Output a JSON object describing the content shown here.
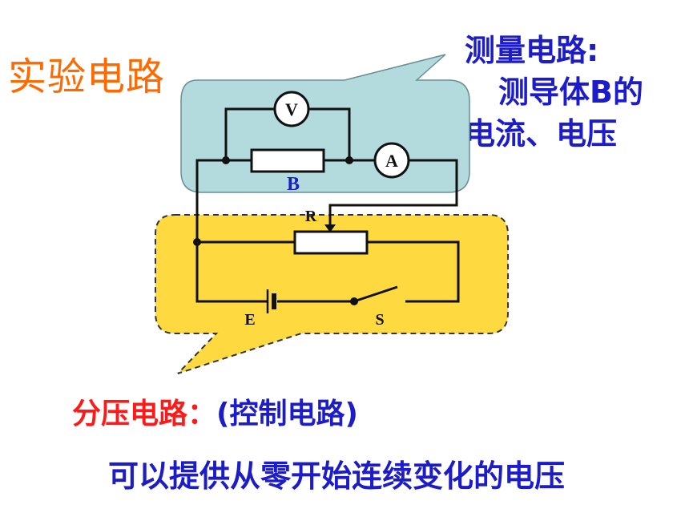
{
  "title": "实验电路",
  "measure_callout": {
    "line1": "测量电路:",
    "line2": "测导体B的",
    "line3": "电流、电压"
  },
  "divider_callout": {
    "label": "分压电路：",
    "sublabel": "(控制电路)",
    "description": "可以提供从零开始连续变化的电压"
  },
  "components": {
    "voltmeter": "V",
    "ammeter": "A",
    "resistor_b": "B",
    "rheostat": "R",
    "battery": "E",
    "switch": "S"
  },
  "colors": {
    "title": "#ff6a00",
    "text_blue": "#1c1cc8",
    "text_red": "#ff1a1a",
    "measure_box": "#b3dbdd",
    "divider_box": "#ffd940"
  }
}
